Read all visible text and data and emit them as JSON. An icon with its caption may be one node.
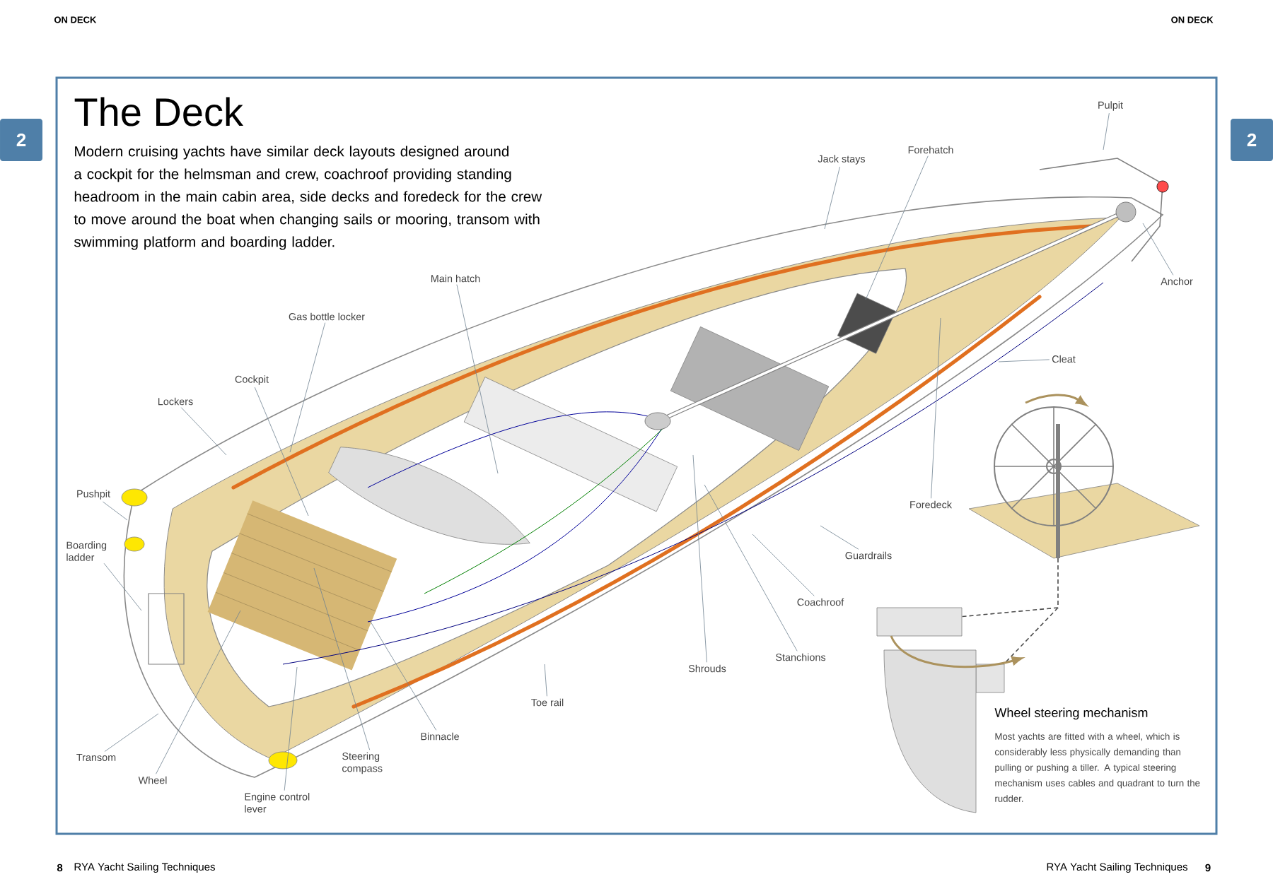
{
  "diagram": {
    "title": "The Deck",
    "nodes": [
      {
        "text": [
          "Pulpit"
        ]
      },
      {
        "text": [
          "Jack stays"
        ]
      },
      {
        "text": [
          "Forehatch"
        ]
      },
      {
        "text": [
          "Anchor"
        ]
      },
      {
        "text": [
          "Cleat"
        ]
      },
      {
        "text": [
          "Main hatch"
        ]
      },
      {
        "text": [
          "Gas bottle locker"
        ]
      },
      {
        "text": [
          "Cockpit"
        ]
      },
      {
        "text": [
          "Lockers"
        ]
      },
      {
        "text": [
          "Pushpit"
        ]
      },
      {
        "text": [
          "Boarding ladder"
        ]
      },
      {
        "text": [
          "Foredeck"
        ]
      },
      {
        "text": [
          "Guardrails"
        ]
      },
      {
        "text": [
          "Coachroof"
        ]
      },
      {
        "text": [
          "Stanchions"
        ]
      },
      {
        "text": [
          "Shrouds"
        ]
      },
      {
        "text": [
          "Toe rail"
        ]
      },
      {
        "text": [
          "Binnacle"
        ]
      },
      {
        "text": [
          "Steering compass"
        ]
      },
      {
        "text": [
          "Engine control lever"
        ]
      },
      {
        "text": [
          "Wheel"
        ]
      },
      {
        "text": [
          "Transom"
        ]
      }
    ],
    "edges": [
      {
        "from": 0,
        "to": null,
        "arrow": "none"
      },
      {
        "from": 1,
        "to": null,
        "arrow": "none"
      },
      {
        "from": 2,
        "to": null,
        "arrow": "none"
      },
      {
        "from": 3,
        "to": null,
        "arrow": "none"
      },
      {
        "from": 4,
        "to": null,
        "arrow": "none"
      },
      {
        "from": 5,
        "to": null,
        "arrow": "none"
      },
      {
        "from": 6,
        "to": null,
        "arrow": "none"
      },
      {
        "from": 7,
        "to": null,
        "arrow": "none"
      },
      {
        "from": 8,
        "to": null,
        "arrow": "none"
      },
      {
        "from": 9,
        "to": null,
        "arrow": "none"
      },
      {
        "from": 10,
        "to": null,
        "arrow": "none"
      },
      {
        "from": 11,
        "to": null,
        "arrow": "none"
      },
      {
        "from": 12,
        "to": null,
        "arrow": "none"
      },
      {
        "from": 13,
        "to": null,
        "arrow": "none"
      },
      {
        "from": 14,
        "to": null,
        "arrow": "none"
      },
      {
        "from": 15,
        "to": null,
        "arrow": "none"
      },
      {
        "from": 16,
        "to": null,
        "arrow": "none"
      },
      {
        "from": 17,
        "to": null,
        "arrow": "none"
      },
      {
        "from": 18,
        "to": null,
        "arrow": "none"
      },
      {
        "from": 19,
        "to": null,
        "arrow": "none"
      },
      {
        "from": 20,
        "to": null,
        "arrow": "none"
      },
      {
        "from": 21,
        "to": null,
        "arrow": "none"
      }
    ],
    "labels": [
      "ON DECK",
      "ON DECK",
      "2",
      "2",
      "Modern cruising yachts have similar deck layouts designed around a cockpit for the helmsman and crew, coachroof providing standing headroom in the main cabin area, side decks and foredeck for the crew to move around the boat when changing sails or mooring, transom with swimming platform and boarding ladder.",
      "Wheel steering mechanism",
      "Most yachts are fitted with a wheel, which is considerably less physically demanding than pulling or pushing a tiller. A typical steering mechanism uses cables and quadrant to turn the rudder.",
      "8",
      "RYA Yacht Sailing Techniques",
      "RYA Yacht Sailing Techniques",
      "9"
    ]
  }
}
